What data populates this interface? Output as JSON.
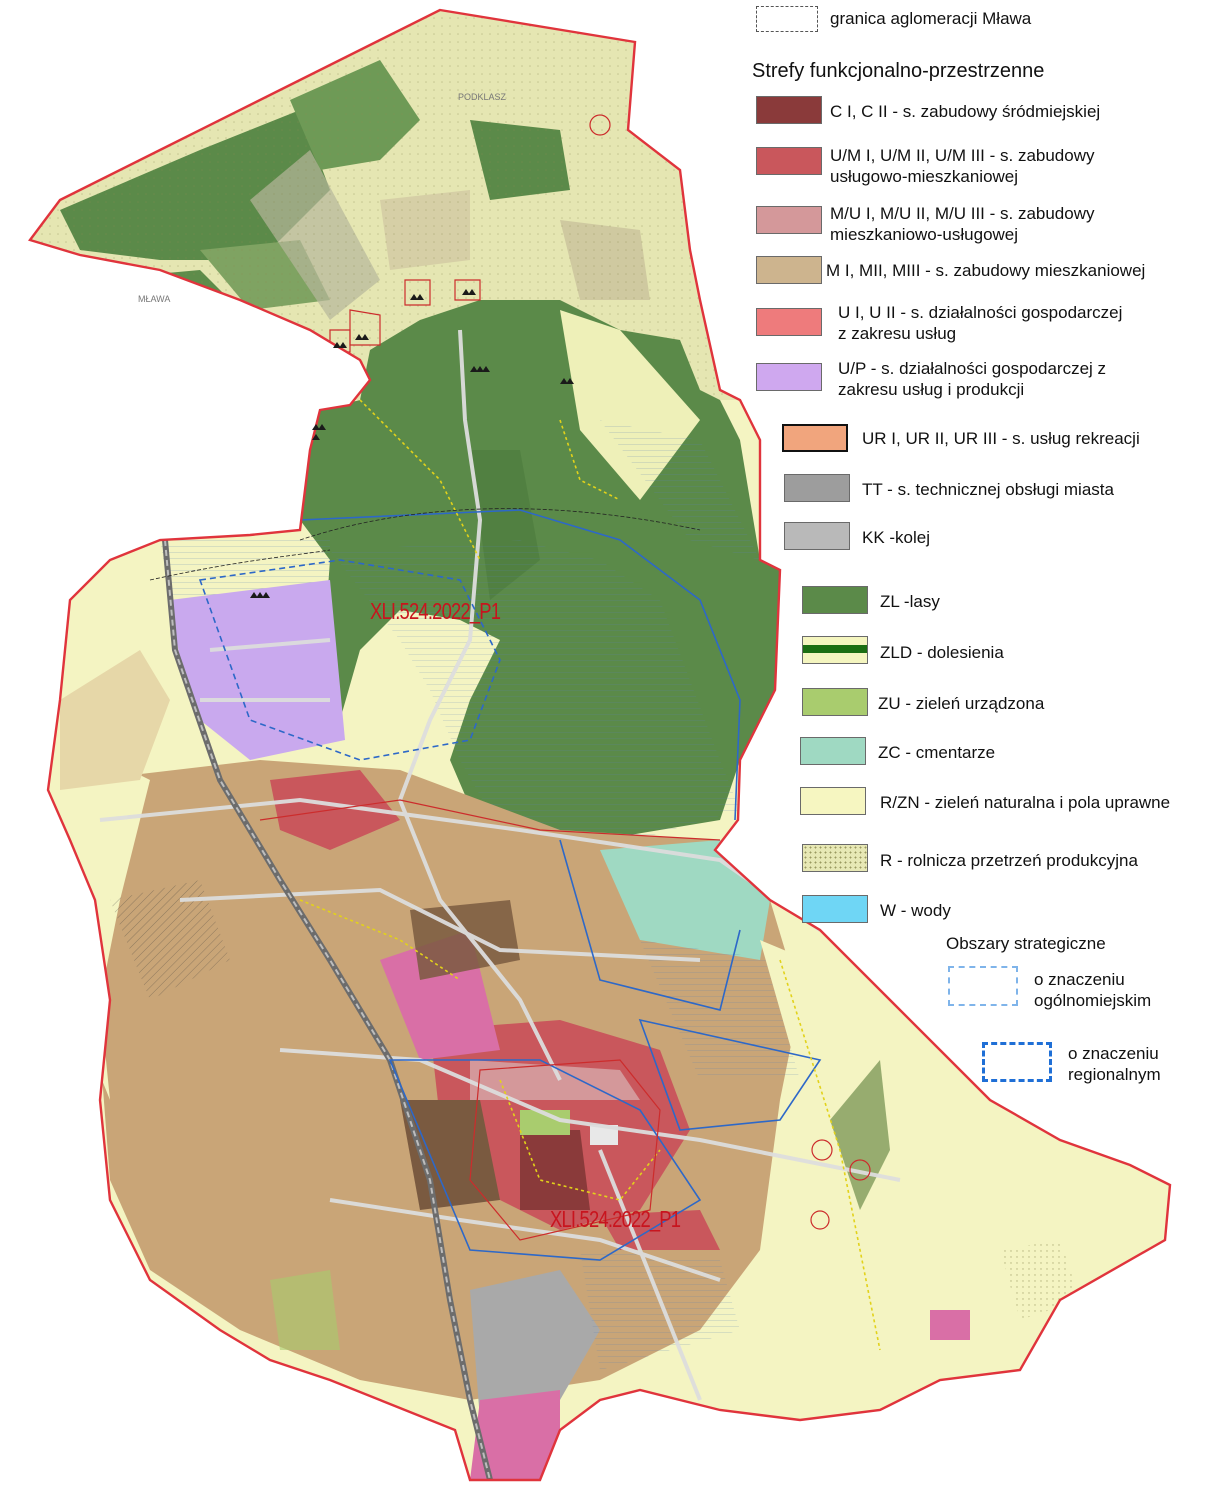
{
  "legend": {
    "boundary_label": "granica aglomeracji Mława",
    "zones_heading": "Strefy funkcjonalno-przestrzenne",
    "items": [
      {
        "id": "c",
        "lines": [
          "C I, C II - s. zabudowy śródmiejskiej"
        ],
        "color": "#8a3a3a"
      },
      {
        "id": "um",
        "lines": [
          "U/M I, U/M II, U/M III - s. zabudowy",
          "usługowo-mieszkaniowej"
        ],
        "color": "#c9575c"
      },
      {
        "id": "mu",
        "lines": [
          "M/U I, M/U II, M/U III - s. zabudowy",
          "mieszkaniowo-usługowej"
        ],
        "color": "#d4989a"
      },
      {
        "id": "m",
        "lines": [
          "M I, MII, MIII - s. zabudowy mieszkaniowej"
        ],
        "color": "#cdb48e"
      },
      {
        "id": "u",
        "lines": [
          "U I, U II - s. działalności gospodarczej",
          "z zakresu usług"
        ],
        "color": "#ee7b7c"
      },
      {
        "id": "up",
        "lines": [
          "U/P - s. działalności gospodarczej z",
          "zakresu usług i produkcji"
        ],
        "color": "#cfa8ef"
      },
      {
        "id": "ur",
        "lines": [
          "UR I, UR II, UR III - s. usług rekreacji"
        ],
        "color": "#f1a57d"
      },
      {
        "id": "tt",
        "lines": [
          "TT - s. technicznej obsługi miasta"
        ],
        "color": "#9d9d9d"
      },
      {
        "id": "kk",
        "lines": [
          "KK -kolej"
        ],
        "color": "#b9b9b9"
      },
      {
        "id": "zl",
        "lines": [
          "ZL -lasy"
        ],
        "color": "#5b8a49"
      },
      {
        "id": "zld",
        "lines": [
          "ZLD  - dolesienia"
        ],
        "color": "#f4f5bf"
      },
      {
        "id": "zu",
        "lines": [
          "ZU - zieleń urządzona"
        ],
        "color": "#a9cc6e"
      },
      {
        "id": "zc",
        "lines": [
          "ZC - cmentarze"
        ],
        "color": "#9fd9c2"
      },
      {
        "id": "rzn",
        "lines": [
          "R/ZN - zieleń naturalna i pola uprawne"
        ],
        "color": "#f6f6c1"
      },
      {
        "id": "r",
        "lines": [
          "R - rolnicza przetrzeń produkcyjna"
        ],
        "color": "#e7e8b5"
      },
      {
        "id": "w",
        "lines": [
          "W - wody"
        ],
        "color": "#6fd6f5"
      }
    ],
    "strategic_heading": "Obszary strategiczne",
    "strategic_items": [
      {
        "lines": [
          "o znaczeniu",
          "ogólnomiejskim"
        ],
        "color": "#7fb4ea"
      },
      {
        "lines": [
          "o znaczeniu",
          "regionalnym"
        ],
        "color": "#1f6fd6"
      }
    ]
  },
  "map": {
    "colors": {
      "boundary": "#e0343c",
      "forest": "#5b8a49",
      "forest_dark": "#4b7a3c",
      "housing": "#c9a577",
      "fields": "#f4f4c2",
      "agri": "#e5e6b2",
      "mixed": "#c9575c",
      "pink": "#d96fa6",
      "industry": "#c9a9ee",
      "brown": "#7a5a40",
      "rail": "#6c6c6c",
      "road": "#d7d7d7",
      "cemetery": "#9fd9c2",
      "blue_line": "#2d68c8",
      "yellow_line": "#e2d21a",
      "green_park": "#a9cc6e"
    },
    "labels": [
      {
        "text": "XLI.524.2022_P1"
      },
      {
        "text": "XLI.524.2022_P1"
      }
    ],
    "place_names": [
      "MŁAWA",
      "PODKLASZ"
    ]
  }
}
